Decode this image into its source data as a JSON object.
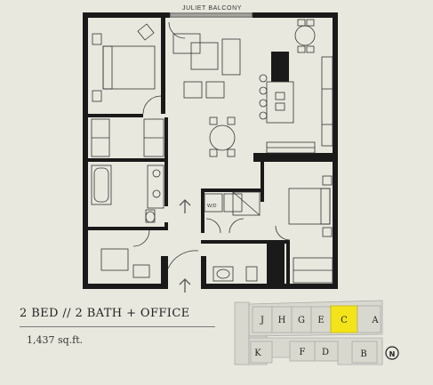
{
  "plan": {
    "balcony_label": "JULIET BALCONY",
    "unit_type": "2 BED // 2 BATH + OFFICE",
    "area": "1,437 sq.ft.",
    "bath_label": "W/D"
  },
  "key_plan": {
    "units_top": [
      "J",
      "H",
      "G",
      "E",
      "C",
      "A"
    ],
    "units_bottom": [
      "K",
      "F",
      "D",
      "B"
    ],
    "highlighted": "C",
    "compass": "N"
  },
  "colors": {
    "background": "#e9e8df",
    "wall": "#1a1a1a",
    "highlight": "#f2e418",
    "unit_fill": "#d9d8cf"
  }
}
